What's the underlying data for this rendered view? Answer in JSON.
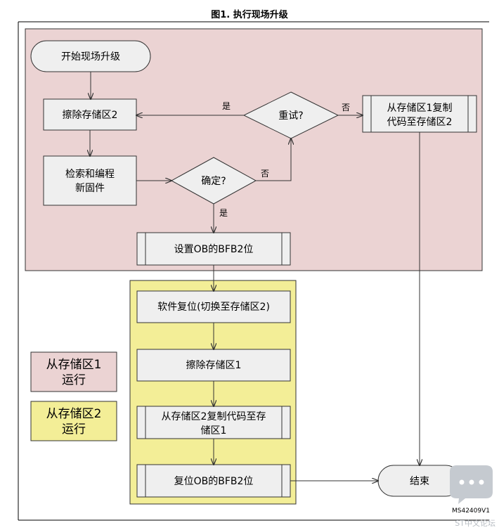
{
  "title": "图1. 执行现场升级",
  "nodes": {
    "start": "开始现场升级",
    "erase2": "擦除存储区2",
    "retry": "重试?",
    "copy_b1": [
      "从存储区1复制",
      "代码至存储区2"
    ],
    "search": [
      "检索和编程",
      "新固件"
    ],
    "confirm": "确定?",
    "set_ob": "设置OB的BFB2位",
    "soft_reset": "软件复位(切换至存储区2)",
    "erase1": "擦除存储区1",
    "copy_b2": [
      "从存储区2复制代码至存",
      "储区1"
    ],
    "reset_ob": "复位OB的BFB2位",
    "end": "结束"
  },
  "edges": {
    "retry_yes": "是",
    "retry_no": "否",
    "confirm_no": "否",
    "confirm_yes": "是"
  },
  "legend": {
    "bank1": [
      "从存储区1",
      "运行"
    ],
    "bank2": [
      "从存储区2",
      "运行"
    ]
  },
  "figure_id": "MS42409V1",
  "watermark": "ST中文论坛",
  "colors": {
    "bank1_region": "#ebd3d3",
    "bank2_region": "#f3ee97",
    "node_fill": "#efefef",
    "stroke": "#333333"
  }
}
